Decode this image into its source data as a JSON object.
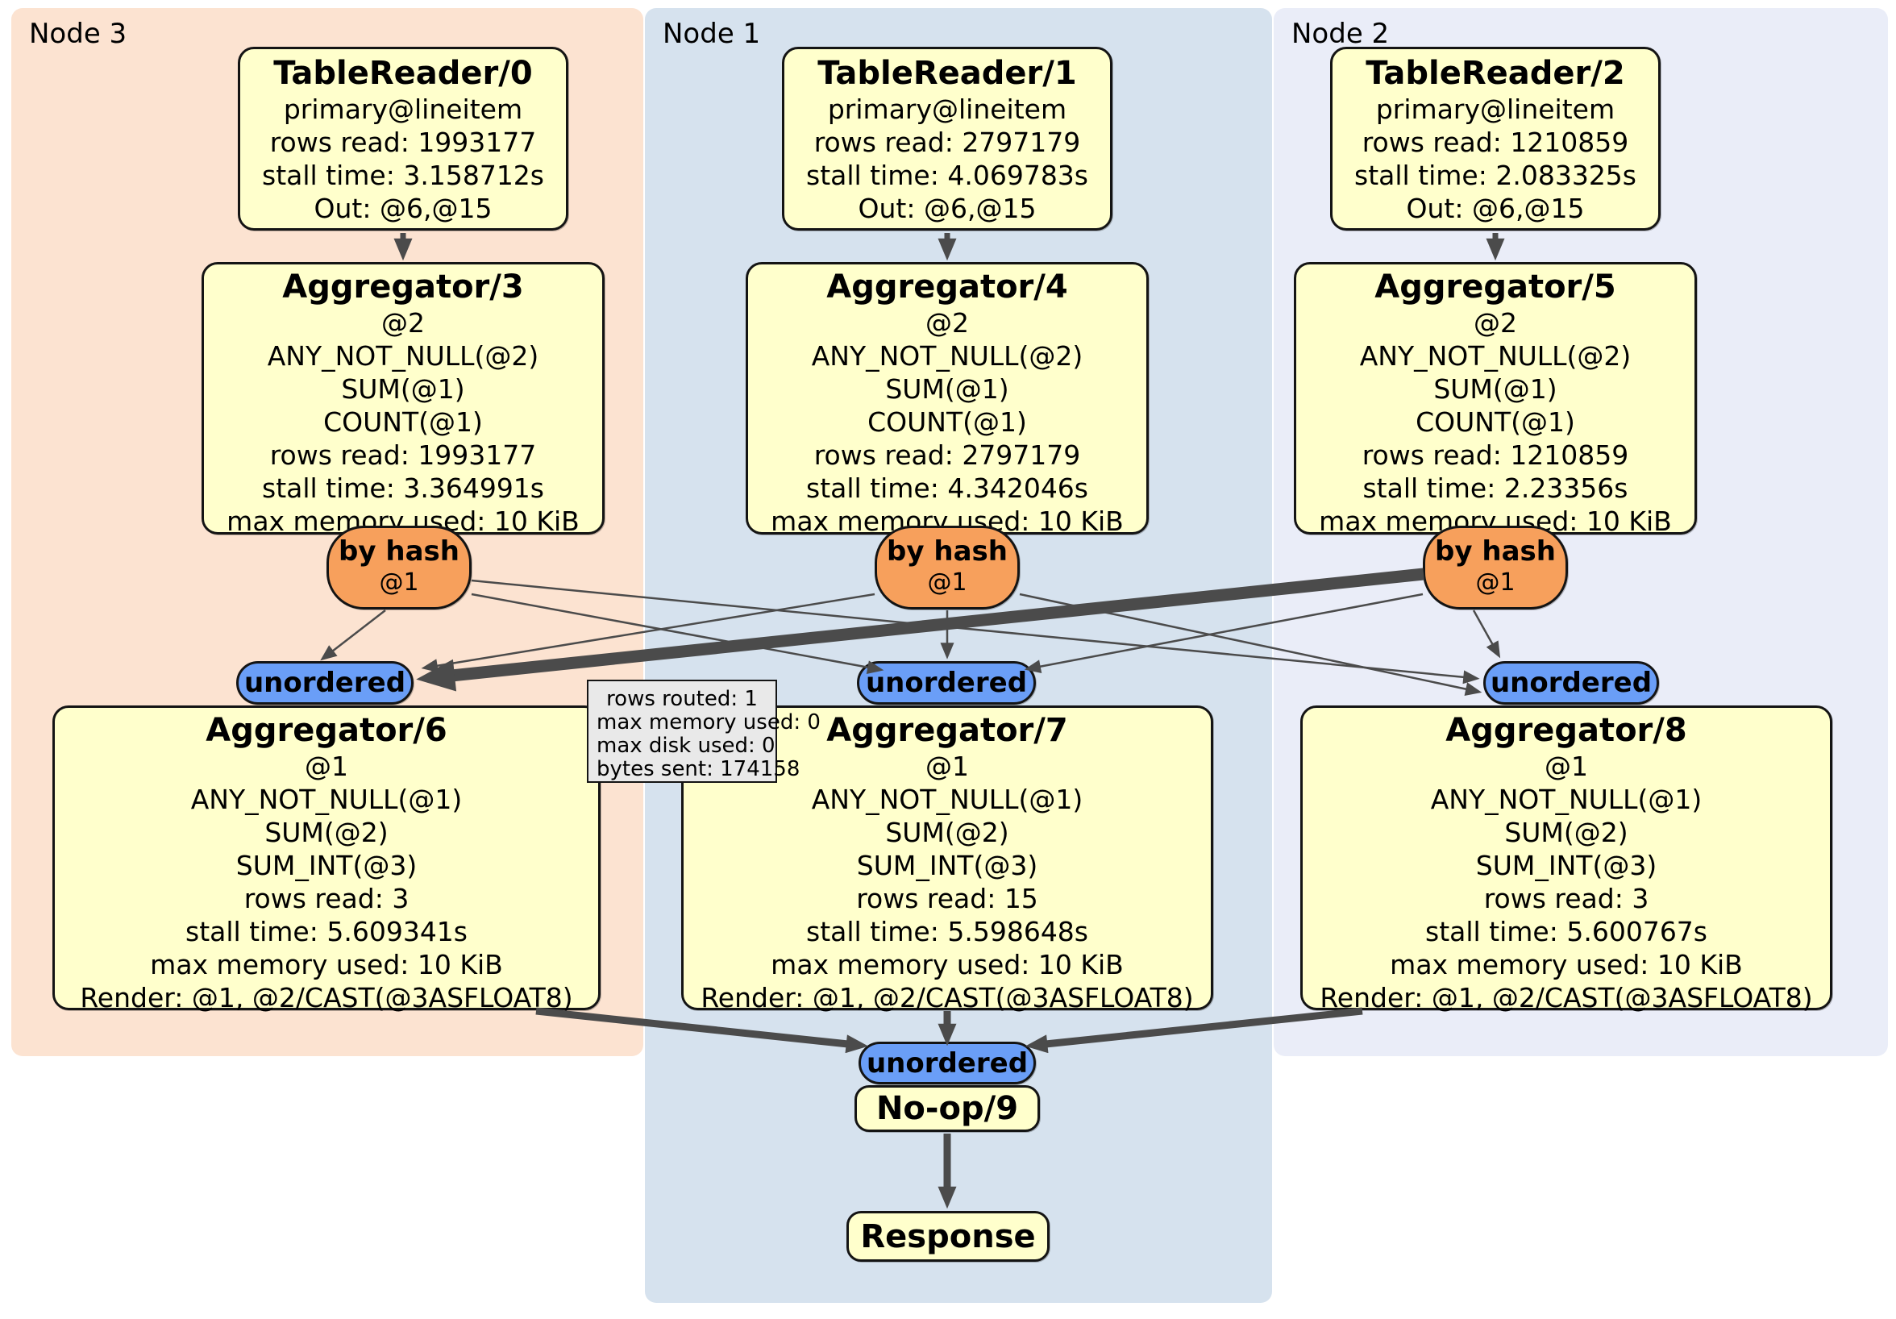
{
  "regions": [
    {
      "label": "Node 3",
      "color": "#fce3d1"
    },
    {
      "label": "Node 1",
      "color": "#d6e2ee"
    },
    {
      "label": "Node 2",
      "color": "#eaedf8"
    }
  ],
  "boxes": {
    "tr0": {
      "title": "TableReader/0",
      "lines": [
        "primary@lineitem",
        "rows read: 1993177",
        "stall time: 3.158712s",
        "Out: @6,@15"
      ]
    },
    "tr1": {
      "title": "TableReader/1",
      "lines": [
        "primary@lineitem",
        "rows read: 2797179",
        "stall time: 4.069783s",
        "Out: @6,@15"
      ]
    },
    "tr2": {
      "title": "TableReader/2",
      "lines": [
        "primary@lineitem",
        "rows read: 1210859",
        "stall time: 2.083325s",
        "Out: @6,@15"
      ]
    },
    "agg3": {
      "title": "Aggregator/3",
      "lines": [
        "@2",
        "ANY_NOT_NULL(@2)",
        "SUM(@1)",
        "COUNT(@1)",
        "rows read: 1993177",
        "stall time: 3.364991s",
        "max memory used: 10 KiB"
      ]
    },
    "agg4": {
      "title": "Aggregator/4",
      "lines": [
        "@2",
        "ANY_NOT_NULL(@2)",
        "SUM(@1)",
        "COUNT(@1)",
        "rows read: 2797179",
        "stall time: 4.342046s",
        "max memory used: 10 KiB"
      ]
    },
    "agg5": {
      "title": "Aggregator/5",
      "lines": [
        "@2",
        "ANY_NOT_NULL(@2)",
        "SUM(@1)",
        "COUNT(@1)",
        "rows read: 1210859",
        "stall time: 2.23356s",
        "max memory used: 10 KiB"
      ]
    },
    "agg6": {
      "title": "Aggregator/6",
      "lines": [
        "@1",
        "ANY_NOT_NULL(@1)",
        "SUM(@2)",
        "SUM_INT(@3)",
        "rows read: 3",
        "stall time: 5.609341s",
        "max memory used: 10 KiB",
        "Render: @1, @2/CAST(@3ASFLOAT8)"
      ]
    },
    "agg7": {
      "title": "Aggregator/7",
      "lines": [
        "@1",
        "ANY_NOT_NULL(@1)",
        "SUM(@2)",
        "SUM_INT(@3)",
        "rows read: 15",
        "stall time: 5.598648s",
        "max memory used: 10 KiB",
        "Render: @1, @2/CAST(@3ASFLOAT8)"
      ]
    },
    "agg8": {
      "title": "Aggregator/8",
      "lines": [
        "@1",
        "ANY_NOT_NULL(@1)",
        "SUM(@2)",
        "SUM_INT(@3)",
        "rows read: 3",
        "stall time: 5.600767s",
        "max memory used: 10 KiB",
        "Render: @1, @2/CAST(@3ASFLOAT8)"
      ]
    },
    "noop": {
      "title": "No-op/9"
    },
    "response": {
      "title": "Response"
    }
  },
  "router": {
    "label": "by hash",
    "key": "@1"
  },
  "sync": {
    "label": "unordered"
  },
  "tooltip": {
    "lines": [
      "rows routed: 1",
      "max memory used: 0",
      "max disk used: 0",
      "bytes sent: 174158"
    ]
  },
  "colors": {
    "node_box_fill": "#ffffcc",
    "router_fill": "#f7a05c",
    "sync_fill": "#6a9ef7",
    "edge": "#4b4b4b",
    "region_node3": "#fce3d1",
    "region_node1": "#d6e2ee",
    "region_node2": "#eaedf8"
  }
}
